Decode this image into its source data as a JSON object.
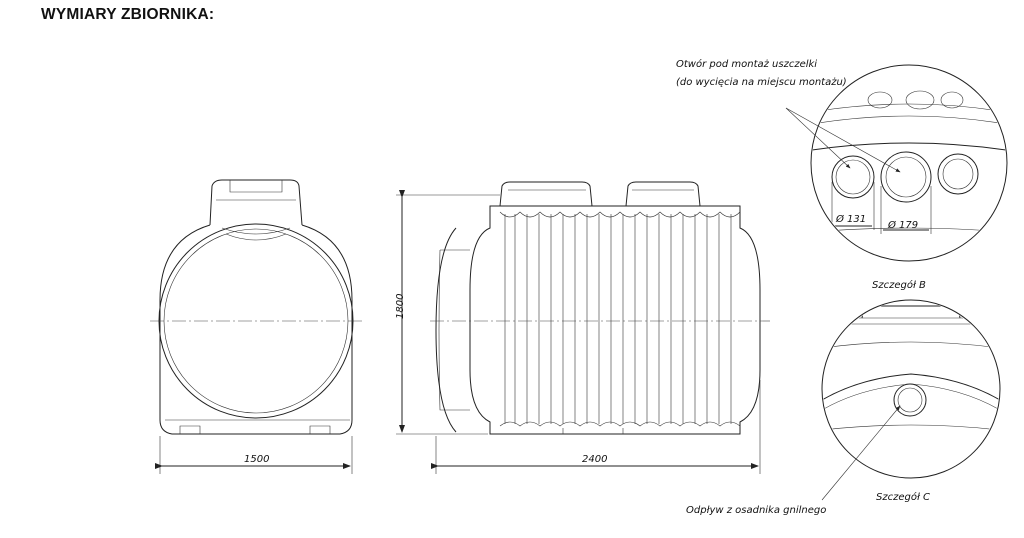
{
  "title": "WYMIARY ZBIORNIKA:",
  "dimensions": {
    "width_side": "1500",
    "length": "2400",
    "height": "1800"
  },
  "detail_b": {
    "note_line1": "Otwór pod montaż uszczelki",
    "note_line2": "(do wycięcia na miejscu montażu)",
    "diam_small": "Ø 131",
    "diam_large": "Ø 179",
    "label": "Szczegół B"
  },
  "detail_c": {
    "label": "Szczegół C",
    "note": "Odpływ  z osadnika gnilnego"
  }
}
